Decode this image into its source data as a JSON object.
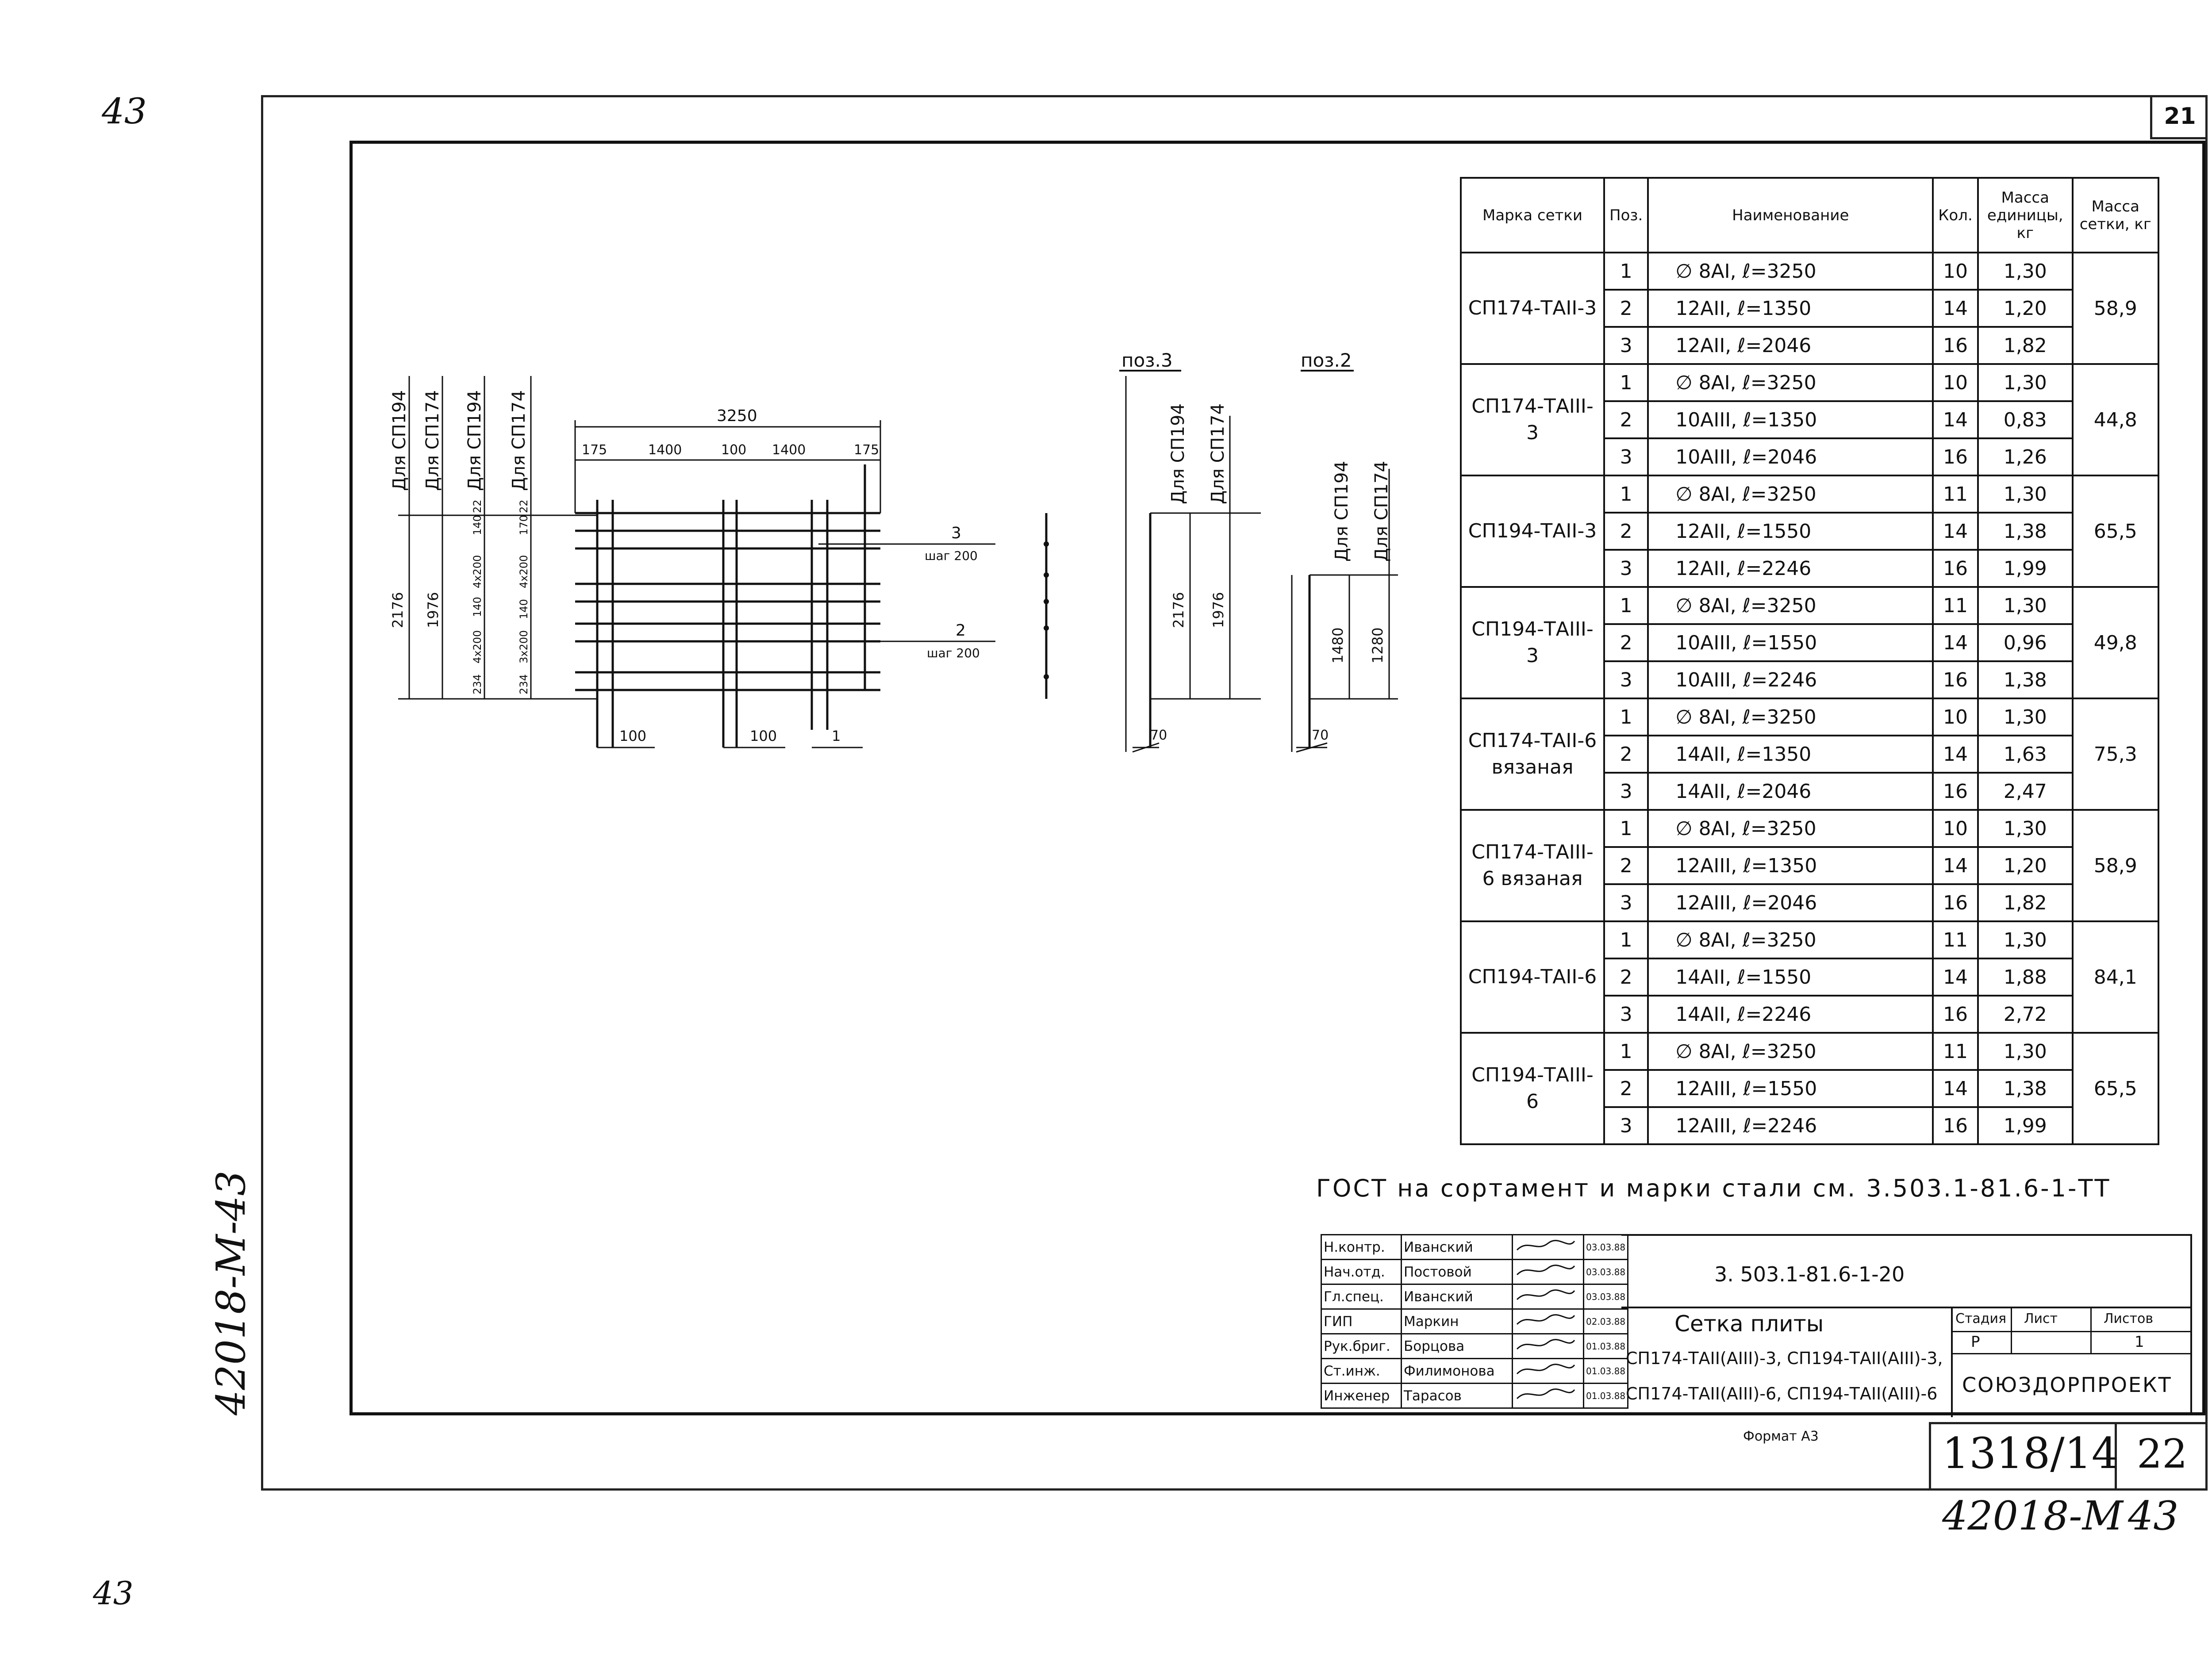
{
  "margin_notes": {
    "top_left": "43",
    "bottom_left": "43",
    "side_vertical": "42018-М-43"
  },
  "sheet_number": "21",
  "drawing": {
    "pos3_label": "поз.3",
    "pos2_label": "поз.2",
    "main_labels": [
      "Для СП194",
      "Для СП174",
      "Для СП194",
      "Для СП174"
    ],
    "main_dims": {
      "total": "3250",
      "segs": [
        "175",
        "1400",
        "100",
        "1400",
        "175"
      ],
      "h1": "2176",
      "h2": "1976",
      "v1": [
        "234",
        "4х200",
        "140",
        "4х200",
        "140",
        "22"
      ],
      "v2": [
        "234",
        "3х200",
        "140",
        "4х200",
        "170",
        "22"
      ]
    },
    "bar3": {
      "num": "3",
      "step": "шаг 200"
    },
    "bar2": {
      "num": "2",
      "step": "шаг 200"
    },
    "bottom_dims": [
      "100",
      "100",
      "1"
    ],
    "pos3": {
      "labels": [
        "Для СП194",
        "Для СП174"
      ],
      "h1": "2176",
      "h2": "1976",
      "bottom": "70"
    },
    "pos2": {
      "labels": [
        "Для СП194",
        "Для СП174"
      ],
      "h1": "1480",
      "h2": "1280",
      "bottom": "70"
    }
  },
  "spec_table": {
    "headers": [
      "Марка сетки",
      "Поз.",
      "Наименование",
      "Кол.",
      "Масса единицы, кг",
      "Масса сетки, кг"
    ],
    "groups": [
      {
        "mark": "СП174-ТАII-3",
        "mass": "58,9",
        "rows": [
          {
            "pos": "1",
            "name": "∅ 8АI, ℓ=3250",
            "qty": "10",
            "unit": "1,30"
          },
          {
            "pos": "2",
            "name": "12АII, ℓ=1350",
            "qty": "14",
            "unit": "1,20"
          },
          {
            "pos": "3",
            "name": "12АII, ℓ=2046",
            "qty": "16",
            "unit": "1,82"
          }
        ]
      },
      {
        "mark": "СП174-ТАIII-3",
        "mass": "44,8",
        "rows": [
          {
            "pos": "1",
            "name": "∅ 8АI, ℓ=3250",
            "qty": "10",
            "unit": "1,30"
          },
          {
            "pos": "2",
            "name": "10АIII, ℓ=1350",
            "qty": "14",
            "unit": "0,83"
          },
          {
            "pos": "3",
            "name": "10АIII, ℓ=2046",
            "qty": "16",
            "unit": "1,26"
          }
        ]
      },
      {
        "mark": "СП194-ТАII-3",
        "mass": "65,5",
        "rows": [
          {
            "pos": "1",
            "name": "∅ 8АI, ℓ=3250",
            "qty": "11",
            "unit": "1,30"
          },
          {
            "pos": "2",
            "name": "12АII, ℓ=1550",
            "qty": "14",
            "unit": "1,38"
          },
          {
            "pos": "3",
            "name": "12АII, ℓ=2246",
            "qty": "16",
            "unit": "1,99"
          }
        ]
      },
      {
        "mark": "СП194-ТАIII-3",
        "mass": "49,8",
        "rows": [
          {
            "pos": "1",
            "name": "∅ 8АI, ℓ=3250",
            "qty": "11",
            "unit": "1,30"
          },
          {
            "pos": "2",
            "name": "10АIII, ℓ=1550",
            "qty": "14",
            "unit": "0,96"
          },
          {
            "pos": "3",
            "name": "10АIII, ℓ=2246",
            "qty": "16",
            "unit": "1,38"
          }
        ]
      },
      {
        "mark": "СП174-ТАII-6 вязаная",
        "mass": "75,3",
        "rows": [
          {
            "pos": "1",
            "name": "∅ 8АI, ℓ=3250",
            "qty": "10",
            "unit": "1,30"
          },
          {
            "pos": "2",
            "name": "14АII, ℓ=1350",
            "qty": "14",
            "unit": "1,63"
          },
          {
            "pos": "3",
            "name": "14АII, ℓ=2046",
            "qty": "16",
            "unit": "2,47"
          }
        ]
      },
      {
        "mark": "СП174-ТАIII-6 вязаная",
        "mass": "58,9",
        "rows": [
          {
            "pos": "1",
            "name": "∅ 8АI, ℓ=3250",
            "qty": "10",
            "unit": "1,30"
          },
          {
            "pos": "2",
            "name": "12АIII, ℓ=1350",
            "qty": "14",
            "unit": "1,20"
          },
          {
            "pos": "3",
            "name": "12АIII, ℓ=2046",
            "qty": "16",
            "unit": "1,82"
          }
        ]
      },
      {
        "mark": "СП194-ТАII-6",
        "mass": "84,1",
        "rows": [
          {
            "pos": "1",
            "name": "∅ 8АI, ℓ=3250",
            "qty": "11",
            "unit": "1,30"
          },
          {
            "pos": "2",
            "name": "14АII, ℓ=1550",
            "qty": "14",
            "unit": "1,88"
          },
          {
            "pos": "3",
            "name": "14АII, ℓ=2246",
            "qty": "16",
            "unit": "2,72"
          }
        ]
      },
      {
        "mark": "СП194-ТАIII-6",
        "mass": "65,5",
        "rows": [
          {
            "pos": "1",
            "name": "∅ 8АI, ℓ=3250",
            "qty": "11",
            "unit": "1,30"
          },
          {
            "pos": "2",
            "name": "12АIII, ℓ=1550",
            "qty": "14",
            "unit": "1,38"
          },
          {
            "pos": "3",
            "name": "12АIII, ℓ=2246",
            "qty": "16",
            "unit": "1,99"
          }
        ]
      }
    ]
  },
  "gost_note": "ГОСТ на сортамент и марки стали см. 3.503.1-81.6-1-ТТ",
  "title_block": {
    "signatures": [
      {
        "role": "Н.контр.",
        "name": "Иванский",
        "date": "03.03.88"
      },
      {
        "role": "Нач.отд.",
        "name": "Постовой",
        "date": "03.03.88"
      },
      {
        "role": "Гл.спец.",
        "name": "Иванский",
        "date": "03.03.88"
      },
      {
        "role": "ГИП",
        "name": "Маркин",
        "date": "02.03.88"
      },
      {
        "role": "Рук.бриг.",
        "name": "Борцова",
        "date": "01.03.88"
      },
      {
        "role": "Ст.инж.",
        "name": "Филимонова",
        "date": "01.03.88"
      },
      {
        "role": "Инженер",
        "name": "Тарасов",
        "date": "01.03.88"
      }
    ],
    "doc_code": "3. 503.1-81.6-1-20",
    "title_line1": "Сетка плиты",
    "title_line2": "СП174-ТАII(АIII)-3, СП194-ТАII(АIII)-3,",
    "title_line3": "СП174-ТАII(АIII)-6, СП194-ТАII(АIII)-6",
    "stage_header": "Стадия",
    "sheet_header": "Лист",
    "sheets_header": "Листов",
    "stage_value": "Р",
    "sheet_value": "",
    "sheets_value": "1",
    "org": "СОЮЗДОРПРОЕКТ"
  },
  "format_label": "Формат А3",
  "archive": {
    "number": "1318/14",
    "page": "22",
    "inventory": "42018-М",
    "inventory_page": "43"
  }
}
